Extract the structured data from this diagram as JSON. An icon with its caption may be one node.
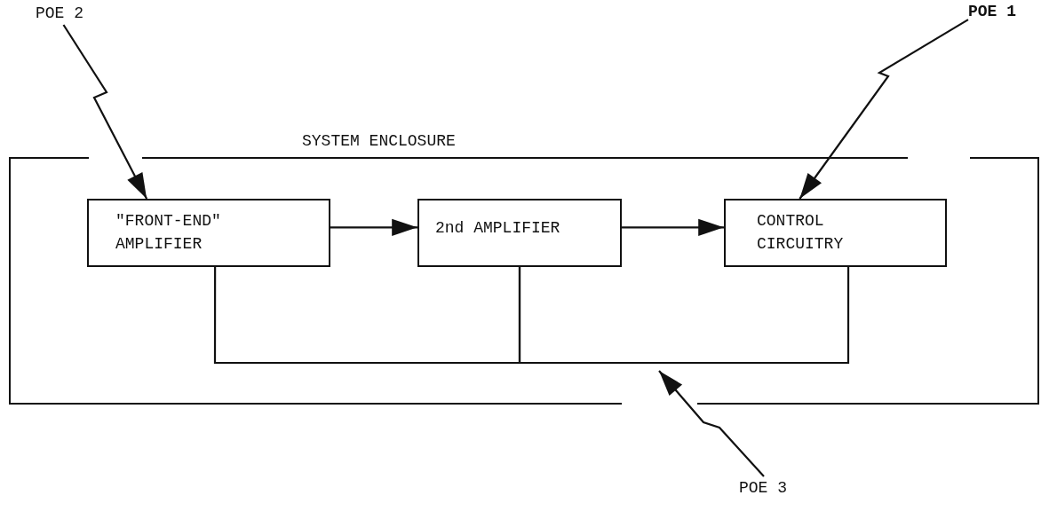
{
  "diagram": {
    "nodes": [
      {
        "text": [
          "SYSTEM ENCLOSURE"
        ]
      },
      {
        "text": [
          "\"FRONT-END\" AMPLIFIER"
        ],
        "in": 0
      },
      {
        "text": [
          "2nd AMPLIFIER"
        ],
        "in": 0
      },
      {
        "text": [
          "CONTROL CIRCUITRY"
        ],
        "in": 0
      },
      {
        "text": [
          "POE 2"
        ]
      },
      {
        "text": [
          "POE 1"
        ]
      },
      {
        "text": [
          "POE 3"
        ]
      }
    ],
    "edges": [
      {
        "from": 1,
        "to": 2,
        "arrow": "to"
      },
      {
        "from": 2,
        "to": 3,
        "arrow": "to"
      },
      {
        "from": 1,
        "to": 2,
        "arrow": "none"
      },
      {
        "from": 2,
        "to": 3,
        "arrow": "none"
      },
      {
        "from": 4,
        "to": 1,
        "arrow": "to"
      },
      {
        "from": 5,
        "to": 3,
        "arrow": "to"
      },
      {
        "from": 6,
        "to": null,
        "arrow": "to"
      }
    ]
  }
}
